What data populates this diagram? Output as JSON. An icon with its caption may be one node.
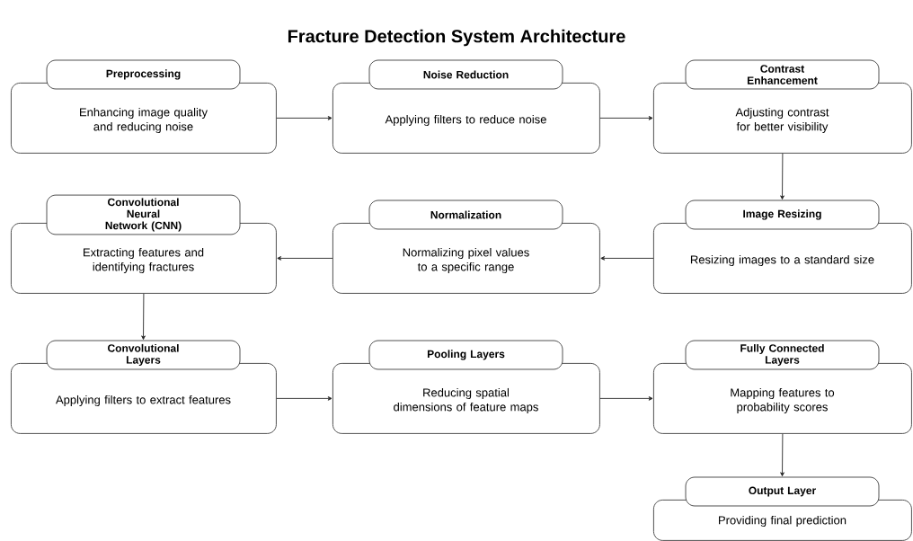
{
  "diagram": {
    "title": "Fracture Detection System Architecture",
    "nodes": [
      {
        "text": [
          "Preprocessing",
          "Enhancing image quality and reducing noise"
        ]
      },
      {
        "text": [
          "Noise Reduction",
          "Applying filters to reduce noise"
        ]
      },
      {
        "text": [
          "Contrast Enhancement",
          "Adjusting contrast for better visibility"
        ]
      },
      {
        "text": [
          "Convolutional Neural Network (CNN)",
          "Extracting features and identifying fractures"
        ]
      },
      {
        "text": [
          "Normalization",
          "Normalizing pixel values to a specific range"
        ]
      },
      {
        "text": [
          "Image Resizing",
          "Resizing images to a standard size"
        ]
      },
      {
        "text": [
          "Convolutional Layers",
          "Applying filters to extract features"
        ]
      },
      {
        "text": [
          "Pooling Layers",
          "Reducing spatial dimensions of feature maps"
        ]
      },
      {
        "text": [
          "Fully Connected Layers",
          "Mapping features to probability scores"
        ]
      },
      {
        "text": [
          "Output Layer",
          "Providing final prediction"
        ]
      }
    ],
    "edges": [
      {
        "from": 0,
        "to": 1,
        "arrow": "to"
      },
      {
        "from": 1,
        "to": 2,
        "arrow": "to"
      },
      {
        "from": 2,
        "to": 5,
        "arrow": "to"
      },
      {
        "from": 5,
        "to": 4,
        "arrow": "to"
      },
      {
        "from": 4,
        "to": 3,
        "arrow": "to"
      },
      {
        "from": 3,
        "to": 6,
        "arrow": "to"
      },
      {
        "from": 6,
        "to": 7,
        "arrow": "to"
      },
      {
        "from": 7,
        "to": 8,
        "arrow": "to"
      },
      {
        "from": 8,
        "to": 9,
        "arrow": "to"
      }
    ]
  }
}
